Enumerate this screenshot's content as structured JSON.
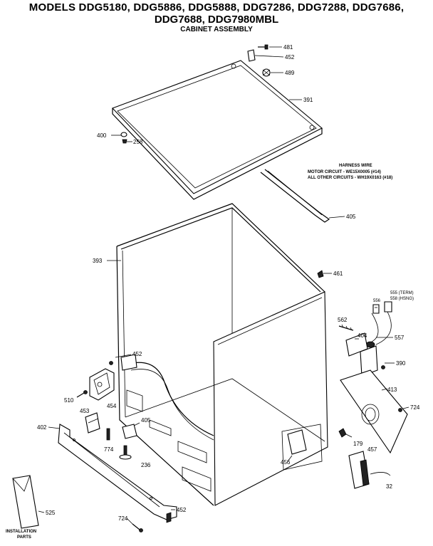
{
  "header": {
    "title_line1": "MODELS DDG5180, DDG5886, DDG5888, DDG7286, DDG7288, DDG7686,",
    "title_line2": "DDG7688, DDG7980MBL",
    "subtitle": "CABINET ASSEMBLY"
  },
  "harness_note": {
    "line1": "HARNESS WIRE",
    "line2": "MOTOR CIRCUIT - WE15X0005 (#14)",
    "line3": "ALL OTHER CIRCUITS - WH19X0163 (#18)"
  },
  "callouts": {
    "c481": "481",
    "c452_top": "452",
    "c489": "489",
    "c391": "391",
    "c400": "400",
    "c258": "258",
    "c405_top": "405",
    "c393": "393",
    "c461": "461",
    "c556": "556",
    "c555_term": "555 (TERM)",
    "c558": "558 (HSNG)",
    "c562": "562",
    "c404": "404",
    "c557": "557",
    "c390": "390",
    "c452_mid": "452",
    "c510": "510",
    "c454": "454",
    "c413": "413",
    "c724_right": "724",
    "c453": "453",
    "c402": "402",
    "c405_bottom": "405",
    "c774": "774",
    "c236": "236",
    "c456": "456",
    "c179": "179",
    "c457": "457",
    "c32": "32",
    "c525": "525",
    "c724_bottom": "724",
    "c452_bottom": "452",
    "installation_parts_1": "INSTALLATION",
    "installation_parts_2": "PARTS"
  }
}
